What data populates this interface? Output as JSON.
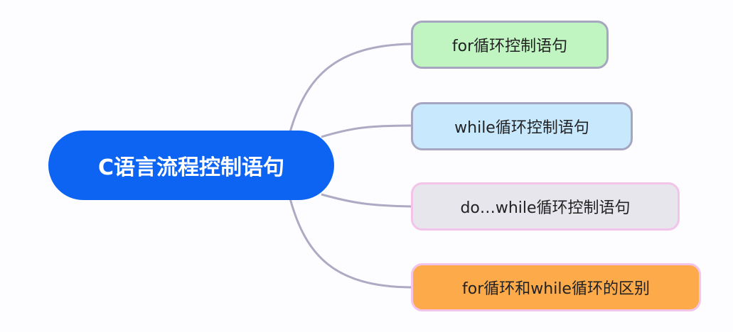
{
  "mindmap": {
    "root": {
      "label": "C语言流程控制语句",
      "fill": "#0d64f3"
    },
    "connector_color": "#aeaac4",
    "children": [
      {
        "label": "for循环控制语句",
        "fill": "#c0f5c2",
        "border": "#a7a6c0"
      },
      {
        "label": "while循环控制语句",
        "fill": "#c8e8fe",
        "border": "#a7a6c0"
      },
      {
        "label": "do…while循环控制语句",
        "fill": "#e6e6ec",
        "border": "#f2c4ea"
      },
      {
        "label": "for循环和while循环的区别",
        "fill": "#fdaa4a",
        "border": "#f2c4ea"
      }
    ]
  }
}
